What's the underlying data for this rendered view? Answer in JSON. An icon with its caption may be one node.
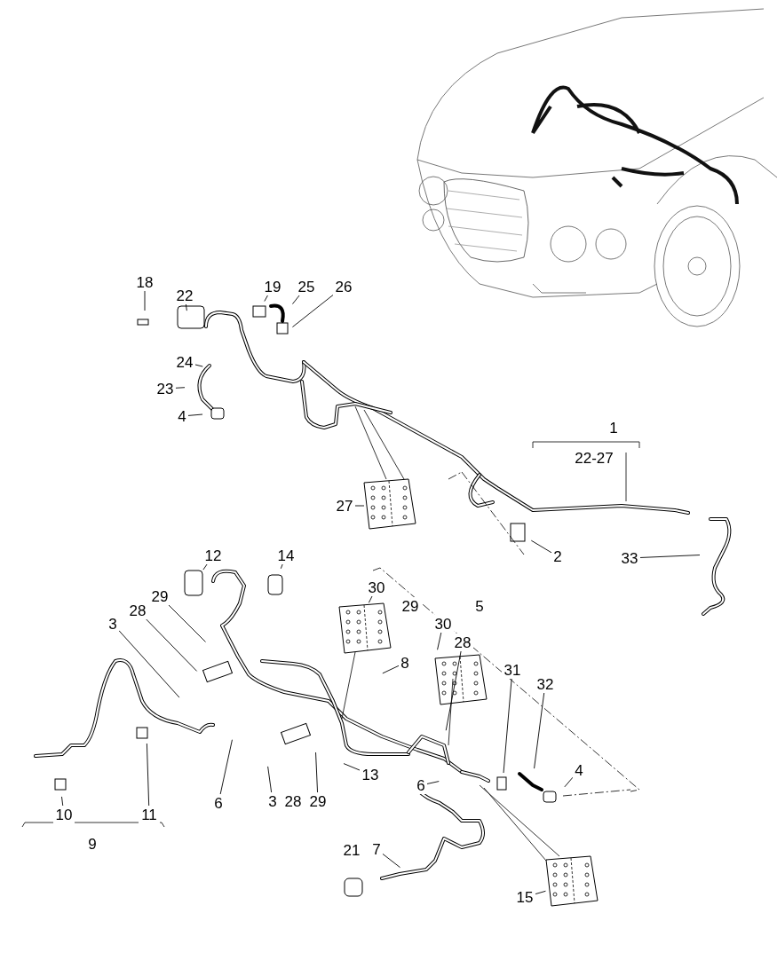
{
  "diagram": {
    "nodes": [
      {
        "text": [
          "18"
        ]
      },
      {
        "text": [
          "22"
        ]
      },
      {
        "text": [
          "19"
        ]
      },
      {
        "text": [
          "25"
        ]
      },
      {
        "text": [
          "26"
        ]
      },
      {
        "text": [
          "24"
        ]
      },
      {
        "text": [
          "23"
        ]
      },
      {
        "text": [
          "4"
        ]
      },
      {
        "text": [
          "27"
        ]
      },
      {
        "text": [
          "2"
        ]
      },
      {
        "text": [
          "33"
        ]
      },
      {
        "text": [
          "12"
        ]
      },
      {
        "text": [
          "14"
        ]
      },
      {
        "text": [
          "29"
        ]
      },
      {
        "text": [
          "28"
        ]
      },
      {
        "text": [
          "3"
        ]
      },
      {
        "text": [
          "30"
        ]
      },
      {
        "text": [
          "30"
        ]
      },
      {
        "text": [
          "28"
        ]
      },
      {
        "text": [
          "8"
        ]
      },
      {
        "text": [
          "31"
        ]
      },
      {
        "text": [
          "32"
        ]
      },
      {
        "text": [
          "4"
        ]
      },
      {
        "text": [
          "6"
        ]
      },
      {
        "text": [
          "3"
        ]
      },
      {
        "text": [
          "29"
        ]
      },
      {
        "text": [
          "13"
        ]
      },
      {
        "text": [
          "6"
        ]
      },
      {
        "text": [
          "10"
        ]
      },
      {
        "text": [
          "11"
        ]
      },
      {
        "text": [
          "7"
        ]
      },
      {
        "text": [
          "15"
        ]
      },
      {
        "text": [
          "1"
        ]
      },
      {
        "text": [
          "22-27"
        ]
      },
      {
        "text": [
          "29"
        ]
      },
      {
        "text": [
          "5"
        ]
      },
      {
        "text": [
          "28"
        ]
      },
      {
        "text": [
          "9"
        ]
      },
      {
        "text": [
          "21"
        ]
      }
    ],
    "edges": [
      {
        "from": 0,
        "to": null,
        "arrow": "none"
      },
      {
        "from": 1,
        "to": null,
        "arrow": "none"
      },
      {
        "from": 2,
        "to": null,
        "arrow": "none"
      },
      {
        "from": 3,
        "to": null,
        "arrow": "none"
      },
      {
        "from": 4,
        "to": null,
        "arrow": "none"
      },
      {
        "from": 5,
        "to": null,
        "arrow": "none"
      },
      {
        "from": 6,
        "to": null,
        "arrow": "none"
      },
      {
        "from": 7,
        "to": null,
        "arrow": "none"
      },
      {
        "from": 8,
        "to": null,
        "arrow": "none"
      },
      {
        "from": 9,
        "to": null,
        "arrow": "none"
      },
      {
        "from": 10,
        "to": null,
        "arrow": "none"
      },
      {
        "from": 11,
        "to": null,
        "arrow": "none"
      },
      {
        "from": 12,
        "to": null,
        "arrow": "none"
      },
      {
        "from": 13,
        "to": null,
        "arrow": "none"
      },
      {
        "from": 14,
        "to": null,
        "arrow": "none"
      },
      {
        "from": 15,
        "to": null,
        "arrow": "none"
      },
      {
        "from": 16,
        "to": null,
        "arrow": "none"
      },
      {
        "from": 17,
        "to": null,
        "arrow": "none"
      },
      {
        "from": 18,
        "to": null,
        "arrow": "none"
      },
      {
        "from": 19,
        "to": null,
        "arrow": "none"
      },
      {
        "from": 20,
        "to": null,
        "arrow": "none"
      },
      {
        "from": 21,
        "to": null,
        "arrow": "none"
      },
      {
        "from": 22,
        "to": null,
        "arrow": "none"
      },
      {
        "from": 23,
        "to": null,
        "arrow": "none"
      },
      {
        "from": 24,
        "to": null,
        "arrow": "none"
      },
      {
        "from": 25,
        "to": null,
        "arrow": "none"
      },
      {
        "from": 26,
        "to": null,
        "arrow": "none"
      },
      {
        "from": 27,
        "to": null,
        "arrow": "none"
      },
      {
        "from": 28,
        "to": null,
        "arrow": "none"
      },
      {
        "from": 29,
        "to": null,
        "arrow": "none"
      },
      {
        "from": 30,
        "to": null,
        "arrow": "none"
      },
      {
        "from": 31,
        "to": null,
        "arrow": "none"
      }
    ]
  }
}
